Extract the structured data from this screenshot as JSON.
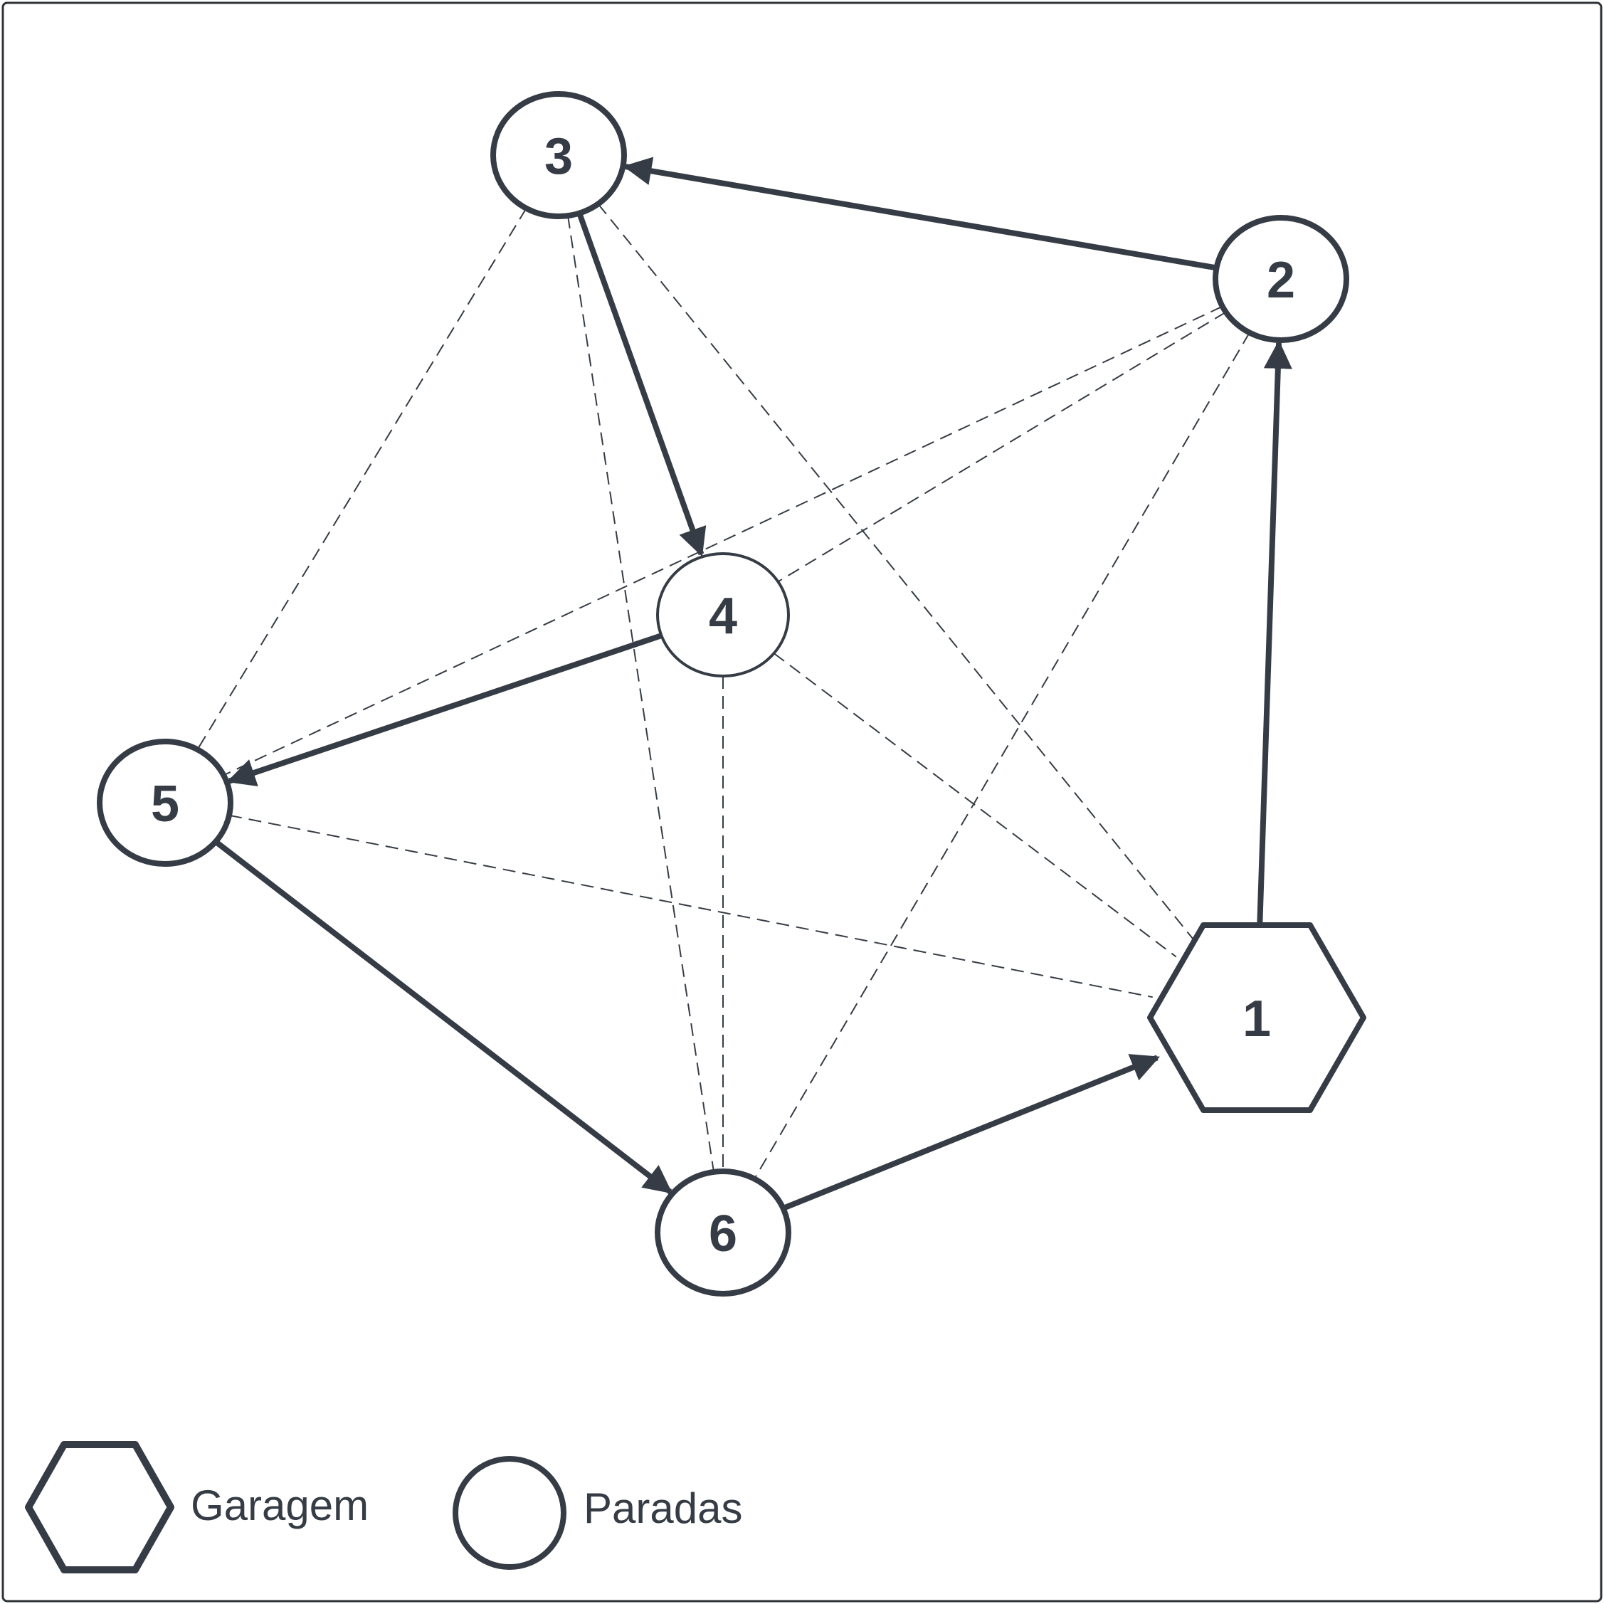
{
  "colors": {
    "ink": "#363c45",
    "frame": "#2f3337",
    "background": "#ffffff"
  },
  "nodes": [
    {
      "id": "1",
      "label": "1",
      "type": "garage",
      "shape": "hexagon"
    },
    {
      "id": "2",
      "label": "2",
      "type": "stop",
      "shape": "circle"
    },
    {
      "id": "3",
      "label": "3",
      "type": "stop",
      "shape": "circle"
    },
    {
      "id": "4",
      "label": "4",
      "type": "stop",
      "shape": "circle"
    },
    {
      "id": "5",
      "label": "5",
      "type": "stop",
      "shape": "circle"
    },
    {
      "id": "6",
      "label": "6",
      "type": "stop",
      "shape": "circle"
    }
  ],
  "route_edges": [
    {
      "from": "1",
      "to": "2",
      "style": "solid-arrow"
    },
    {
      "from": "2",
      "to": "3",
      "style": "solid-arrow"
    },
    {
      "from": "3",
      "to": "4",
      "style": "solid-arrow"
    },
    {
      "from": "4",
      "to": "5",
      "style": "solid-arrow"
    },
    {
      "from": "5",
      "to": "6",
      "style": "solid-arrow"
    },
    {
      "from": "6",
      "to": "1",
      "style": "solid-arrow"
    }
  ],
  "other_edges": [
    {
      "from": "3",
      "to": "5",
      "style": "dashed"
    },
    {
      "from": "3",
      "to": "6",
      "style": "dashed"
    },
    {
      "from": "3",
      "to": "1",
      "style": "dashed"
    },
    {
      "from": "2",
      "to": "5",
      "style": "dashed"
    },
    {
      "from": "2",
      "to": "4",
      "style": "dashed"
    },
    {
      "from": "2",
      "to": "6",
      "style": "dashed"
    },
    {
      "from": "4",
      "to": "1",
      "style": "dashed"
    },
    {
      "from": "4",
      "to": "6",
      "style": "dashed"
    },
    {
      "from": "5",
      "to": "1",
      "style": "dashed"
    }
  ],
  "legend": {
    "garage_label": "Garagem",
    "garage_icon": "hexagon-icon",
    "stops_label": "Paradas",
    "stops_icon": "circle-icon"
  }
}
